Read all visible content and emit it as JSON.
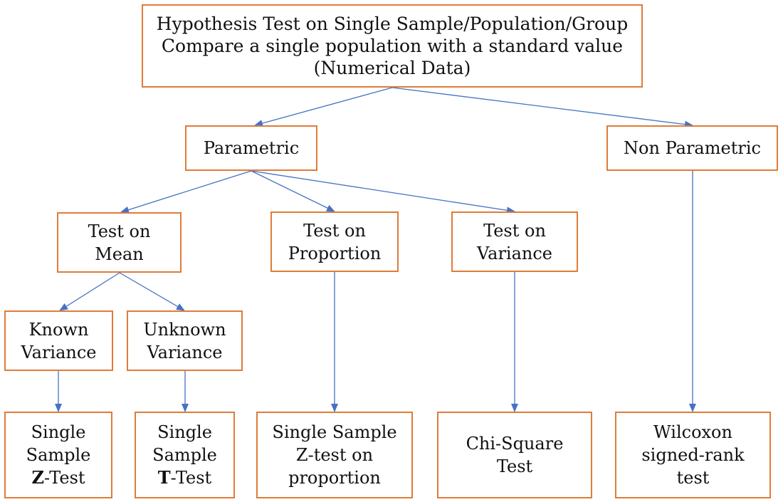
{
  "nodes": {
    "root": [
      "Hypothesis Test on Single Sample/Population/Group",
      "Compare a single population with a standard value",
      "(Numerical Data)"
    ],
    "parametric": [
      "Parametric"
    ],
    "non_parametric": [
      "Non Parametric"
    ],
    "test_on_mean": [
      "Test on",
      "Mean"
    ],
    "test_on_proportion": [
      "Test on",
      "Proportion"
    ],
    "test_on_variance": [
      "Test on",
      "Variance"
    ],
    "known_variance": [
      "Known",
      "Variance"
    ],
    "unknown_variance": [
      "Unknown",
      "Variance"
    ],
    "single_sample_z_test": {
      "line1": "Single",
      "line2": "Sample",
      "line3_bold": "Z",
      "line3_rest": "-Test"
    },
    "single_sample_t_test": {
      "line1": "Single",
      "line2": "Sample",
      "line3_bold": "T",
      "line3_rest": "-Test"
    },
    "z_test_on_proportion": [
      "Single Sample",
      "Z-test on",
      "proportion"
    ],
    "chi_square_test": [
      "Chi-Square",
      "Test"
    ],
    "wilcoxon_test": [
      "Wilcoxon",
      "signed-rank",
      "test"
    ]
  },
  "colors": {
    "box_border": "#E07B39",
    "arrow": "#4472C4",
    "text": "#111111"
  }
}
